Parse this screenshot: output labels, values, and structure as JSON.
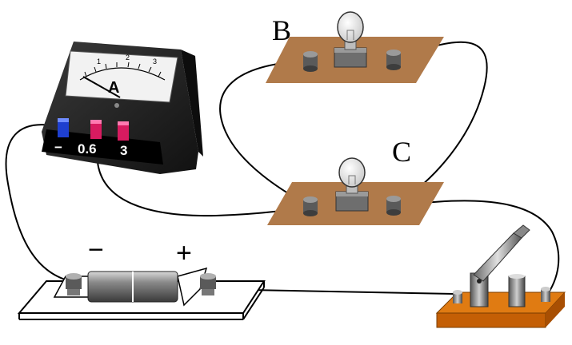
{
  "labels": {
    "bulb_b": "B",
    "bulb_c": "C",
    "ammeter_letter": "A",
    "battery_negative": "−",
    "battery_positive": "+"
  },
  "ammeter": {
    "terminals": [
      "−",
      "0.6",
      "3"
    ],
    "scale_numbers": [
      "1",
      "2",
      "3"
    ],
    "terminal_colors": [
      "#1e3fcf",
      "#d81b60",
      "#d81b60"
    ]
  },
  "colors": {
    "board": "#b07a4a",
    "switch_base": "#e07b12",
    "meter_body": "#1c1c1c"
  }
}
